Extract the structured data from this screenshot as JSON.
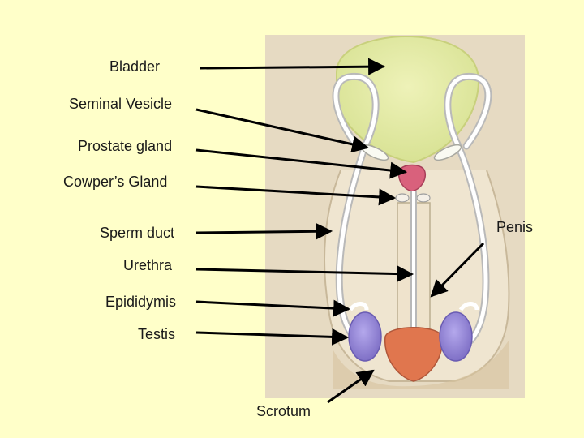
{
  "diagram": {
    "labels": {
      "bladder": "Bladder",
      "seminal_vesicle": "Seminal Vesicle",
      "prostate_gland": "Prostate gland",
      "cowpers_gland": "Cowper’s Gland",
      "sperm_duct": "Sperm duct",
      "urethra": "Urethra",
      "epididymis": "Epididymis",
      "testis": "Testis",
      "penis": "Penis",
      "scrotum": "Scrotum"
    }
  },
  "colors": {
    "background": "#FFFFC9",
    "panel": "#E8DCC4",
    "bladder": "#E3EBA8",
    "prostate": "#D9617C",
    "testis": "#9A8CD8",
    "penis_glans": "#E0764E",
    "arrow": "#000000"
  }
}
